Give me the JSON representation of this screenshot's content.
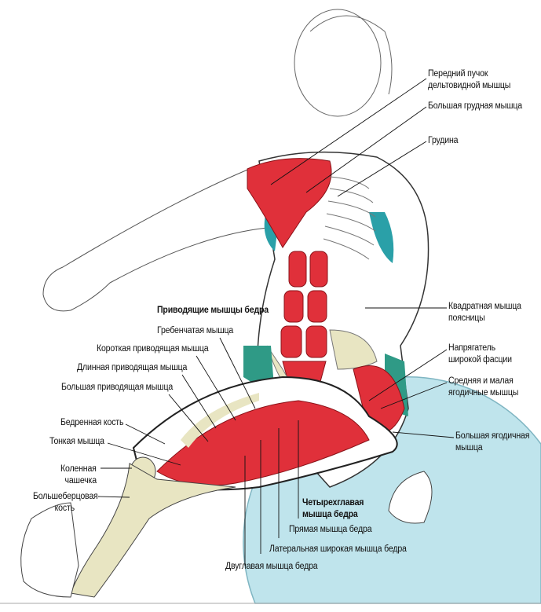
{
  "colors": {
    "muscle": "#e0303a",
    "ball": "#b9e2ea",
    "fascia": "#2f9a86",
    "bone": "#e8e5c2",
    "outline": "#222222"
  },
  "labels": {
    "deltoid": [
      "Передний пучок",
      "дельтовидной мышцы"
    ],
    "pectoralis": "Большая грудная мышца",
    "sternum": "Грудина",
    "quadratus": [
      "Квадратная мышца",
      "поясницы"
    ],
    "tensor": [
      "Напрягатель",
      "широкой фасции"
    ],
    "gluteus_med": [
      "Средняя и малая",
      "ягодичные мышцы"
    ],
    "gluteus_max": [
      "Большая ягодичная",
      "мышца"
    ],
    "adductors_title": "Приводящие мышцы бедра",
    "pectineus": "Гребенчатая мышца",
    "adductor_brevis": "Короткая приводящая мышца",
    "adductor_longus": "Длинная приводящая мышца",
    "adductor_magnus": "Большая приводящая мышца",
    "femur": "Бедренная кость",
    "gracilis": "Тонкая мышца",
    "patella": [
      "Коленная",
      "чашечка"
    ],
    "tibia": [
      "Большеберцовая",
      "кость"
    ],
    "quadriceps_title": [
      "Четырехглавая",
      "мышца бедра"
    ],
    "rectus_femoris": "Прямая мышца бедра",
    "vastus_lateralis": "Латеральная широкая мышца бедра",
    "biceps_femoris": "Двуглавая мышца бедра"
  }
}
